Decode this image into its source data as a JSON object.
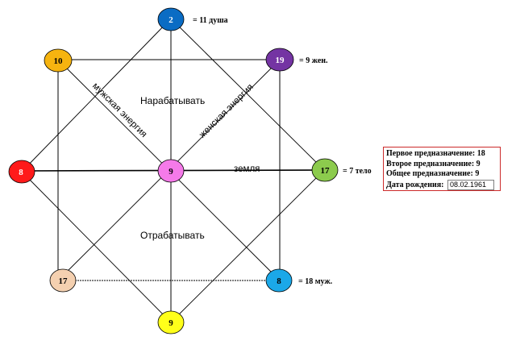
{
  "nodes": {
    "top": {
      "value": "2",
      "color": "#0a6cc4",
      "text_color": "#ffffff",
      "side_label": "= 11 душа"
    },
    "upper_left": {
      "value": "10",
      "color": "#f6b410",
      "text_color": "#000000"
    },
    "upper_right": {
      "value": "19",
      "color": "#7434a3",
      "text_color": "#ffffff",
      "side_label": "= 9 жен."
    },
    "left": {
      "value": "8",
      "color": "#ff1a1a",
      "text_color": "#ffffff"
    },
    "center": {
      "value": "9",
      "color": "#f57ae9",
      "text_color": "#000000"
    },
    "right": {
      "value": "17",
      "color": "#8ccb4d",
      "text_color": "#000000",
      "side_label": "= 7 тело"
    },
    "lower_left": {
      "value": "17",
      "color": "#f4d0b0",
      "text_color": "#000000"
    },
    "lower_right": {
      "value": "8",
      "color": "#1ba8e8",
      "text_color": "#000000",
      "side_label": "= 18 муж."
    },
    "bottom": {
      "value": "9",
      "color": "#ffff1a",
      "text_color": "#000000"
    }
  },
  "labels": {
    "upper_zone": "Нарабатывать",
    "lower_zone": "Отрабатывать",
    "male_energy": "мужская энергия",
    "female_energy": "женская энергия",
    "earth": "земля"
  },
  "info": {
    "first_label": "Первое предназначение:",
    "first_value": "18",
    "second_label": "Второе предназначение:",
    "second_value": "9",
    "general_label": "Общее предназначение:",
    "general_value": "9",
    "birth_label": "Дата рождения:",
    "birth_value": "08.02.1961"
  }
}
